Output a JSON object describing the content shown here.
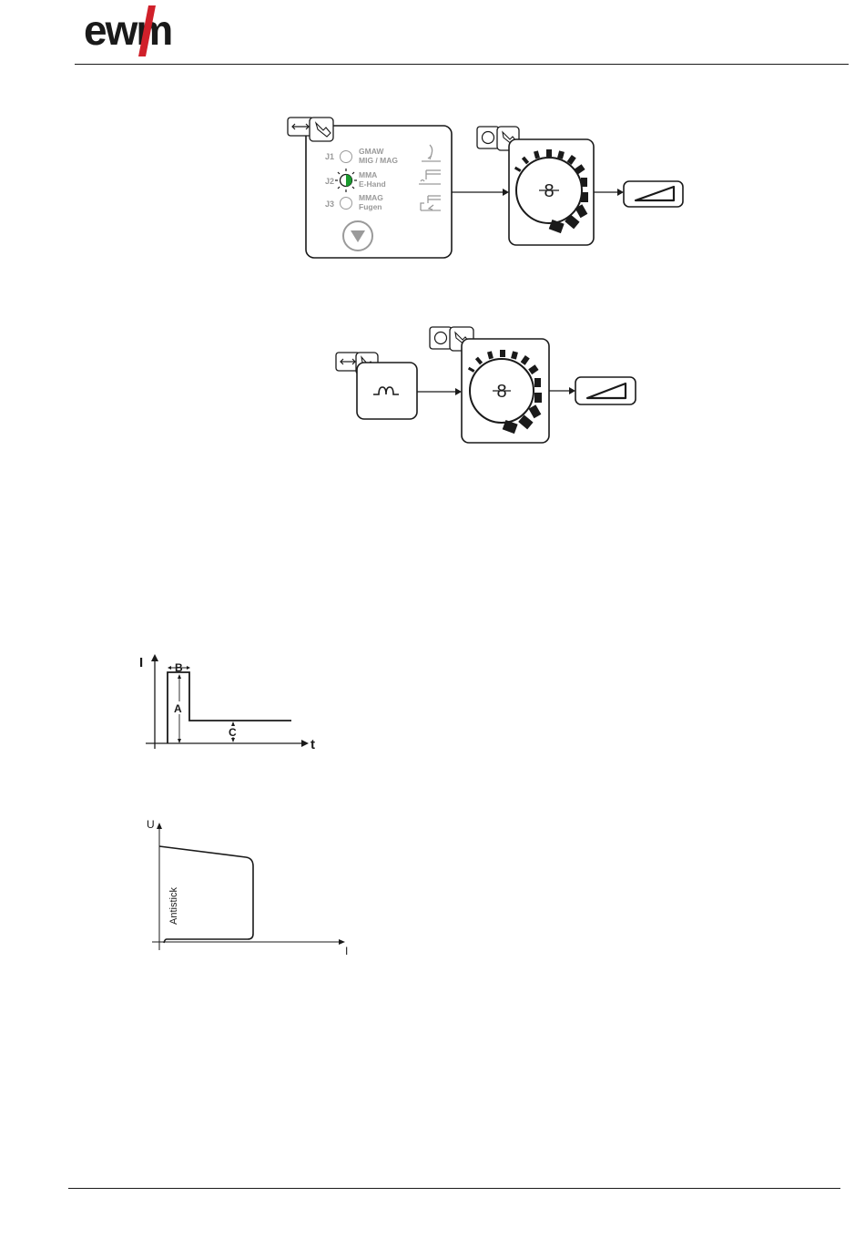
{
  "brand": {
    "logo_text": "ewm"
  },
  "colors": {
    "accent": "#1a9a2e",
    "ink": "#1a1a1a",
    "grey": "#9a9a9a"
  },
  "diagram1": {
    "jobs": [
      {
        "code": "J1",
        "line1": "GMAW",
        "line2": "MIG / MAG"
      },
      {
        "code": "J2",
        "line1": "MMA",
        "line2": "E-Hand"
      },
      {
        "code": "J3",
        "line1": "MMAG",
        "line2": "Fugen"
      }
    ],
    "selected_job": "J2"
  },
  "chart_hotstart": {
    "y_label": "I",
    "x_label": "t",
    "labels": {
      "a": "A",
      "b": "B",
      "c": "C"
    }
  },
  "chart_antistick": {
    "y_label": "U",
    "x_label": "I",
    "curve_label": "Antistick"
  }
}
